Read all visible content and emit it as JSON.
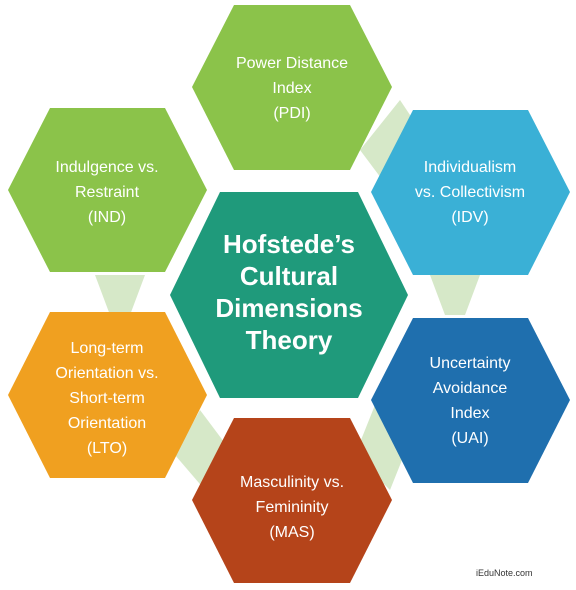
{
  "center": {
    "lines": [
      "Hofstede’s",
      "Cultural",
      "Dimensions",
      "Theory"
    ],
    "color": "#1f9a7b"
  },
  "dimensions": [
    {
      "id": "pdi",
      "lines": [
        "Power Distance",
        "Index",
        "(PDI)"
      ],
      "color": "#8bc34a"
    },
    {
      "id": "idv",
      "lines": [
        "Individualism",
        "vs. Collectivism",
        "(IDV)"
      ],
      "color": "#3ab0d6"
    },
    {
      "id": "uai",
      "lines": [
        "Uncertainty",
        "Avoidance",
        "Index",
        "(UAI)"
      ],
      "color": "#1f6fae"
    },
    {
      "id": "mas",
      "lines": [
        "Masculinity vs.",
        "Femininity",
        "(MAS)"
      ],
      "color": "#b5441a"
    },
    {
      "id": "lto",
      "lines": [
        "Long-term",
        "Orientation vs.",
        "Short-term",
        "Orientation",
        "(LTO)"
      ],
      "color": "#f0a020"
    },
    {
      "id": "ind",
      "lines": [
        "Indulgence vs.",
        "Restraint",
        "(IND)"
      ],
      "color": "#8bc34a"
    }
  ],
  "connector_color": "#d6e8c8",
  "watermark": "iEduNote.com"
}
